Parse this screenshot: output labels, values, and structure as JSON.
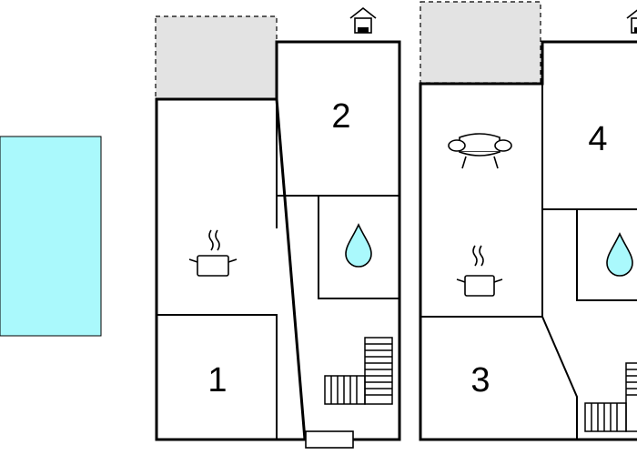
{
  "rooms": [
    {
      "id": "1",
      "label": "1"
    },
    {
      "id": "2",
      "label": "2"
    },
    {
      "id": "3",
      "label": "3"
    },
    {
      "id": "4",
      "label": "4"
    }
  ],
  "icons": {
    "house": "house-icon",
    "kitchen": "cooking-pot-icon",
    "bathroom": "water-drop-icon",
    "living": "sofa-icon",
    "stairs": "stairs-icon",
    "door": "entrance-door-icon"
  },
  "colors": {
    "pool": "#aaf9fc",
    "terrace": "#e3e3e3",
    "walls": "#000000"
  }
}
